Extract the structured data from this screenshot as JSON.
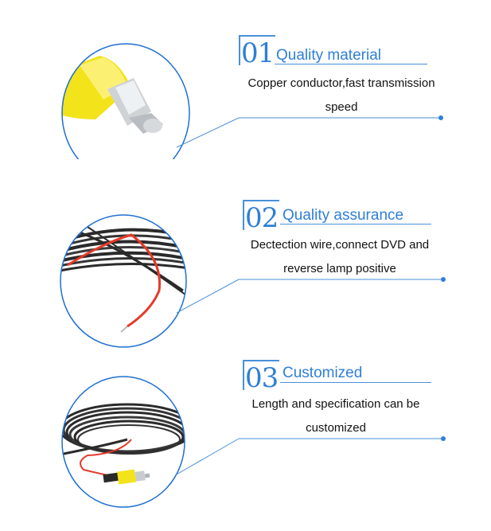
{
  "features": [
    {
      "number": "01",
      "title": "Quality material",
      "description_line1": "Copper conductor,fast transmission",
      "description_line2": "speed"
    },
    {
      "number": "02",
      "title": "Quality assurance",
      "description_line1": "Dectection wire,connect DVD and",
      "description_line2": "reverse lamp positive"
    },
    {
      "number": "03",
      "title": "Customized",
      "description_line1": "Length and specification can be",
      "description_line2": "customized"
    }
  ],
  "colors": {
    "accent": "#2f7fd6",
    "line": "#4a90d9",
    "rca_yellow": "#f5e61a",
    "wire_red": "#e53a2a",
    "cable_black": "#2a2a2a"
  }
}
